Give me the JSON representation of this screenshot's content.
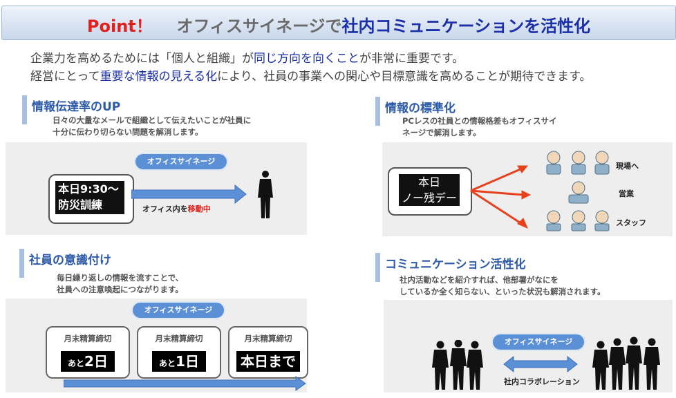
{
  "title": {
    "point": "Point！",
    "part1": "オフィスサイネージで",
    "part2": "社内コミュニケーションを活性化"
  },
  "intro": {
    "line1_a": "企業力を高めるためには「個人と組織」が",
    "line1_hl": "同じ方向を向くこと",
    "line1_b": "が非常に重要です。",
    "line2_a": "経営にとって",
    "line2_hl": "重要な情報の見える化",
    "line2_b": "により、社員の事業への関心や目標意識を高めることが期待できます。"
  },
  "sec1": {
    "title": "情報伝達率のUP",
    "desc1": "日々の大量なメールで組織として伝えたいことが社員に",
    "desc2": "十分に伝わり切らない問題を解消します。",
    "pill": "オフィスサイネージ",
    "screen1": "本日9:30～",
    "screen2": "防災訓練",
    "caption_a": "オフィス内を",
    "caption_hl": "移動中"
  },
  "sec2": {
    "title": "情報の標準化",
    "desc1": "PCレスの社員との情報格差もオフィスサイ",
    "desc2": "ネージで解消します。",
    "screen1": "本日",
    "screen2": "ノー残デー",
    "labels": [
      "現場へ",
      "営業",
      "スタッフ"
    ]
  },
  "sec3": {
    "title": "社員の意識付け",
    "desc1": "毎日繰り返しの情報を流すことで、",
    "desc2": "社員への注意喚起につながります。",
    "pill": "オフィスサイネージ",
    "cards": [
      {
        "label": "月末精算締切",
        "small": "あと",
        "big": "2日"
      },
      {
        "label": "月末精算締切",
        "small": "あと",
        "big": "1日"
      },
      {
        "label": "月末精算締切",
        "small": "",
        "big": "本日まで"
      }
    ]
  },
  "sec4": {
    "title": "コミュニケーション活性化",
    "desc1": "社内活動などを紹介すれば、他部署がなにを",
    "desc2": "しているか全く知らない、といった状況も解消されます。",
    "pill": "オフィスサイネージ",
    "caption": "社内コラボレーション"
  },
  "colors": {
    "accent_blue": "#2c5aa8",
    "point_red": "#e0201b",
    "arrow_blue": "#5b8fd6",
    "arrow_red": "#e8401c"
  },
  "icons": [
    "person-silhouette",
    "worker-icon",
    "arrow-right",
    "double-arrow"
  ]
}
